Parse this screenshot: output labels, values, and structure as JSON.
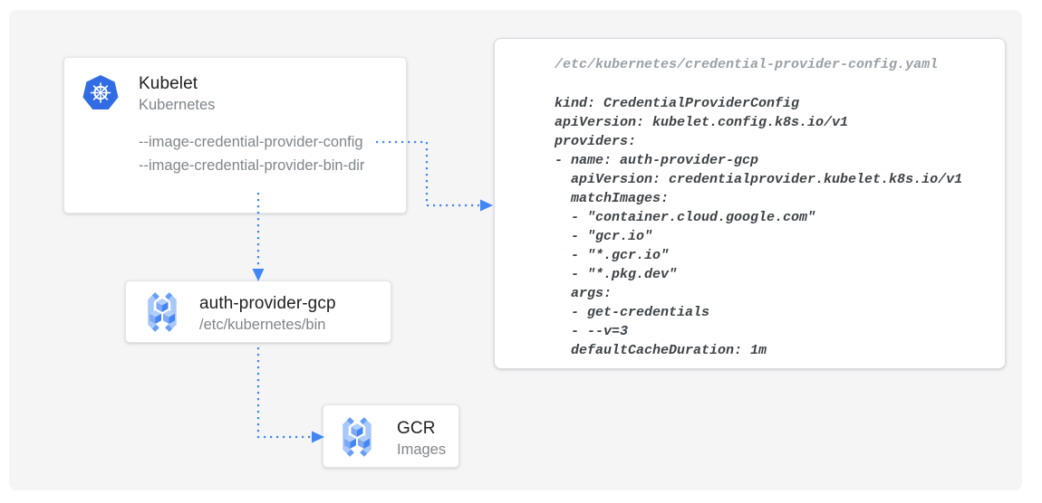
{
  "colors": {
    "arrow_blue": "#4285F4",
    "kubernetes_blue": "#326CE5",
    "registry_blue": "#4285F4",
    "registry_light_blue": "#A8C7FA",
    "board_background": "#F5F5F6"
  },
  "diagram": {
    "kubelet": {
      "title": "Kubelet",
      "subtitle": "Kubernetes",
      "flags": [
        "--image-credential-provider-config",
        "--image-credential-provider-bin-dir"
      ]
    },
    "auth_provider": {
      "title": "auth-provider-gcp",
      "subtitle": "/etc/kubernetes/bin"
    },
    "gcr": {
      "title": "GCR",
      "subtitle": "Images"
    }
  },
  "config_panel": {
    "file_path": "/etc/kubernetes/credential-provider-config.yaml",
    "yaml_lines": [
      "kind: CredentialProviderConfig",
      "apiVersion: kubelet.config.k8s.io/v1",
      "providers:",
      "- name: auth-provider-gcp",
      "  apiVersion: credentialprovider.kubelet.k8s.io/v1",
      "  matchImages:",
      "  - \"container.cloud.google.com\"",
      "  - \"gcr.io\"",
      "  - \"*.gcr.io\"",
      "  - \"*.pkg.dev\"",
      "  args:",
      "  - get-credentials",
      "  - --v=3",
      "  defaultCacheDuration: 1m"
    ]
  }
}
